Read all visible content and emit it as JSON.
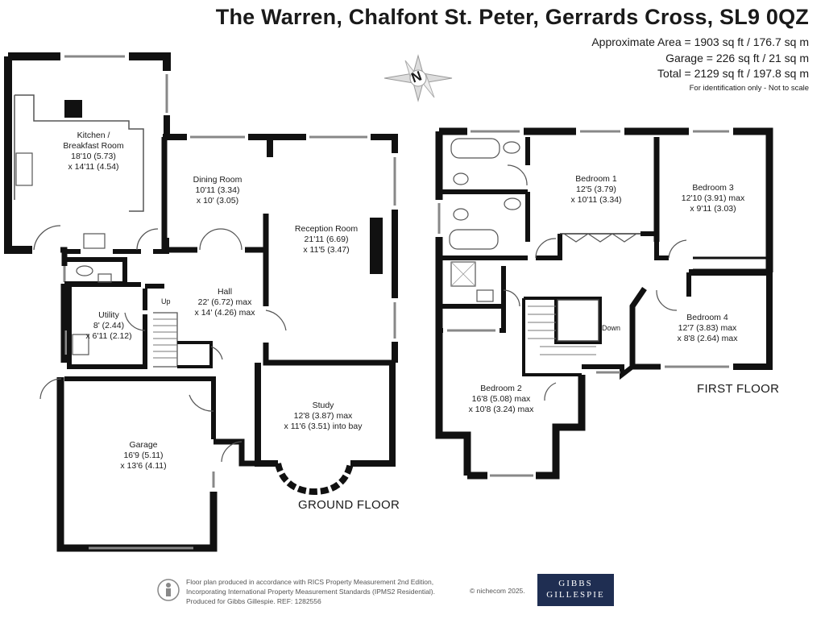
{
  "header": {
    "title": "The Warren, Chalfont St. Peter, Gerrards Cross, SL9 0QZ",
    "approx_area": "Approximate Area = 1903 sq ft / 176.7 sq m",
    "garage_area": "Garage = 226 sq ft / 21 sq m",
    "total_area": "Total = 2129 sq ft / 197.8 sq m",
    "identification_note": "For identification only - Not to scale"
  },
  "compass": {
    "label": "N"
  },
  "ground_floor": {
    "label": "GROUND FLOOR",
    "rooms": [
      {
        "id": "kitchen",
        "lines": [
          "Kitchen /",
          "Breakfast Room",
          "18'10 (5.73)",
          "x 14'11 (4.54)"
        ]
      },
      {
        "id": "dining",
        "lines": [
          "Dining Room",
          "10'11 (3.34)",
          "x 10' (3.05)"
        ]
      },
      {
        "id": "reception",
        "lines": [
          "Reception Room",
          "21'11 (6.69)",
          "x 11'5 (3.47)"
        ]
      },
      {
        "id": "hall",
        "lines": [
          "Hall",
          "22' (6.72) max",
          "x 14' (4.26) max"
        ]
      },
      {
        "id": "utility",
        "lines": [
          "Utility",
          "8' (2.44)",
          "x 6'11 (2.12)"
        ]
      },
      {
        "id": "study",
        "lines": [
          "Study",
          "12'8 (3.87) max",
          "x 11'6 (3.51) into bay"
        ]
      },
      {
        "id": "garage",
        "lines": [
          "Garage",
          "16'9 (5.11)",
          "x 13'6 (4.11)"
        ]
      }
    ],
    "stair_label": "Up"
  },
  "first_floor": {
    "label": "FIRST FLOOR",
    "rooms": [
      {
        "id": "bedroom1",
        "lines": [
          "Bedroom 1",
          "12'5 (3.79)",
          "x 10'11 (3.34)"
        ]
      },
      {
        "id": "bedroom3",
        "lines": [
          "Bedroom 3",
          "12'10 (3.91) max",
          "x 9'11 (3.03)"
        ]
      },
      {
        "id": "bedroom4",
        "lines": [
          "Bedroom 4",
          "12'7 (3.83) max",
          "x 8'8 (2.64) max"
        ]
      },
      {
        "id": "bedroom2",
        "lines": [
          "Bedroom 2",
          "16'8 (5.08) max",
          "x 10'8 (3.24) max"
        ]
      }
    ],
    "stair_label": "Down"
  },
  "footer": {
    "line1": "Floor plan produced in accordance with RICS Property Measurement 2nd Edition,",
    "line2": "Incorporating International Property Measurement Standards (IPMS2 Residential).",
    "line3": "Produced for Gibbs Gillespie.   REF:  1282556",
    "copyright": "© n​ichecom 2025.",
    "logo_line1": "GIBBS",
    "logo_line2": "GILLESPIE"
  },
  "colors": {
    "wall": "#111111",
    "brand": "#1f2e52",
    "window": "#888888"
  }
}
